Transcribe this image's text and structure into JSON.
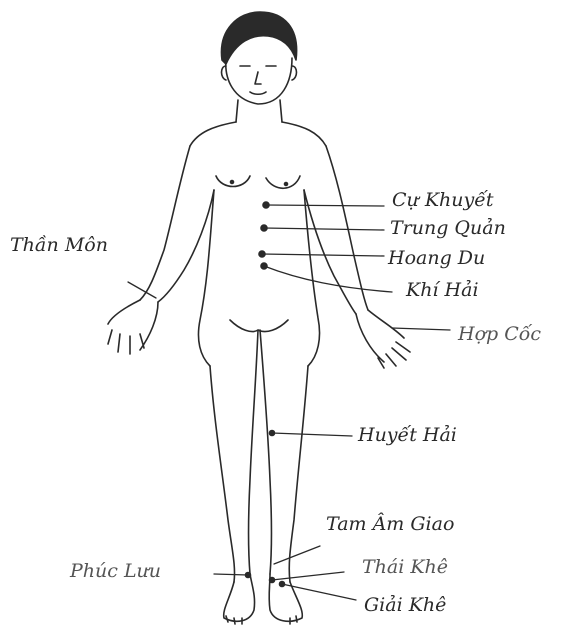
{
  "labels": {
    "cu_khuyet": "Cự Khuyết",
    "trung_quan": "Trung Quản",
    "hoang_du": "Hoang Du",
    "khi_hai": "Khí Hải",
    "hop_coc": "Hợp Cốc",
    "than_mon": "Thần Môn",
    "huyet_hai": "Huyết Hải",
    "tam_am_giao": "Tam Âm Giao",
    "phuc_luu": "Phúc Lưu",
    "thai_khe": "Thái Khê",
    "giai_khe": "Giải Khê"
  },
  "colors": {
    "ink": "#2a2a2a",
    "paper": "#ffffff"
  }
}
